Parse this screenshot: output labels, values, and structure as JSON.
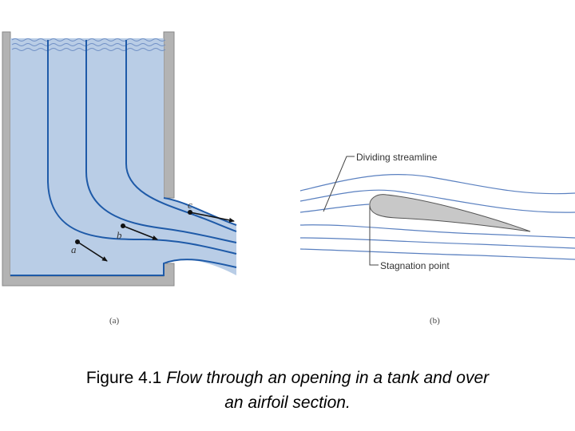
{
  "figure": {
    "panel_a": {
      "sublabel": "(a)",
      "points": {
        "a": "a",
        "b": "b",
        "c": "c"
      }
    },
    "panel_b": {
      "sublabel": "(b)",
      "dividing_streamline_label": "Dividing streamline",
      "stagnation_point_label": "Stagnation point"
    }
  },
  "caption": {
    "number": "Figure 4.1",
    "line1": "Flow through an opening in a tank and over",
    "line2": "an airfoil section."
  },
  "colors": {
    "water": "#b9cde6",
    "streamline": "#1e5aa8",
    "tank_wall": "#b3b3b3",
    "airfoil": "#c8c8c8",
    "flow_lines_b": "#5a80c0"
  }
}
